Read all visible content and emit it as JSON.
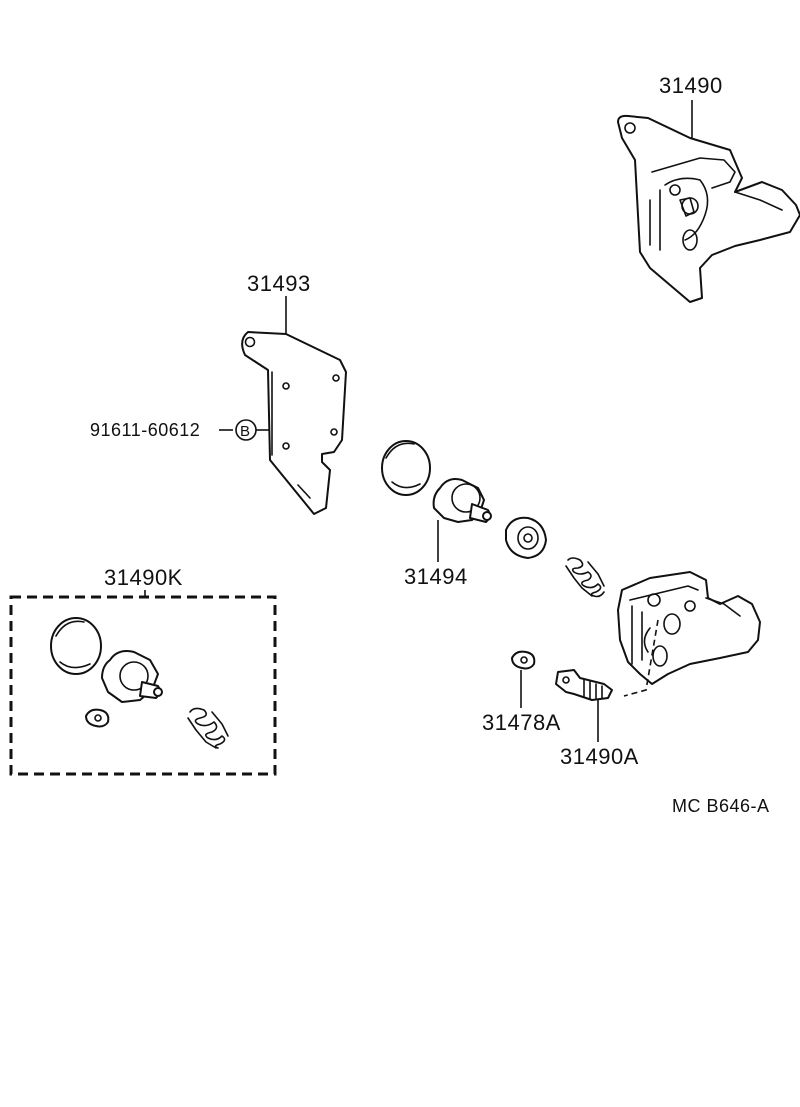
{
  "diagram": {
    "labels": {
      "assembly_top": "31490",
      "bracket": "31493",
      "bolt": "91611-60612",
      "bolt_symbol": "B",
      "kit": "31490K",
      "piston": "31494",
      "clip": "31478A",
      "bleeder": "31490A",
      "catalog_code": "MC  B646-A"
    }
  }
}
